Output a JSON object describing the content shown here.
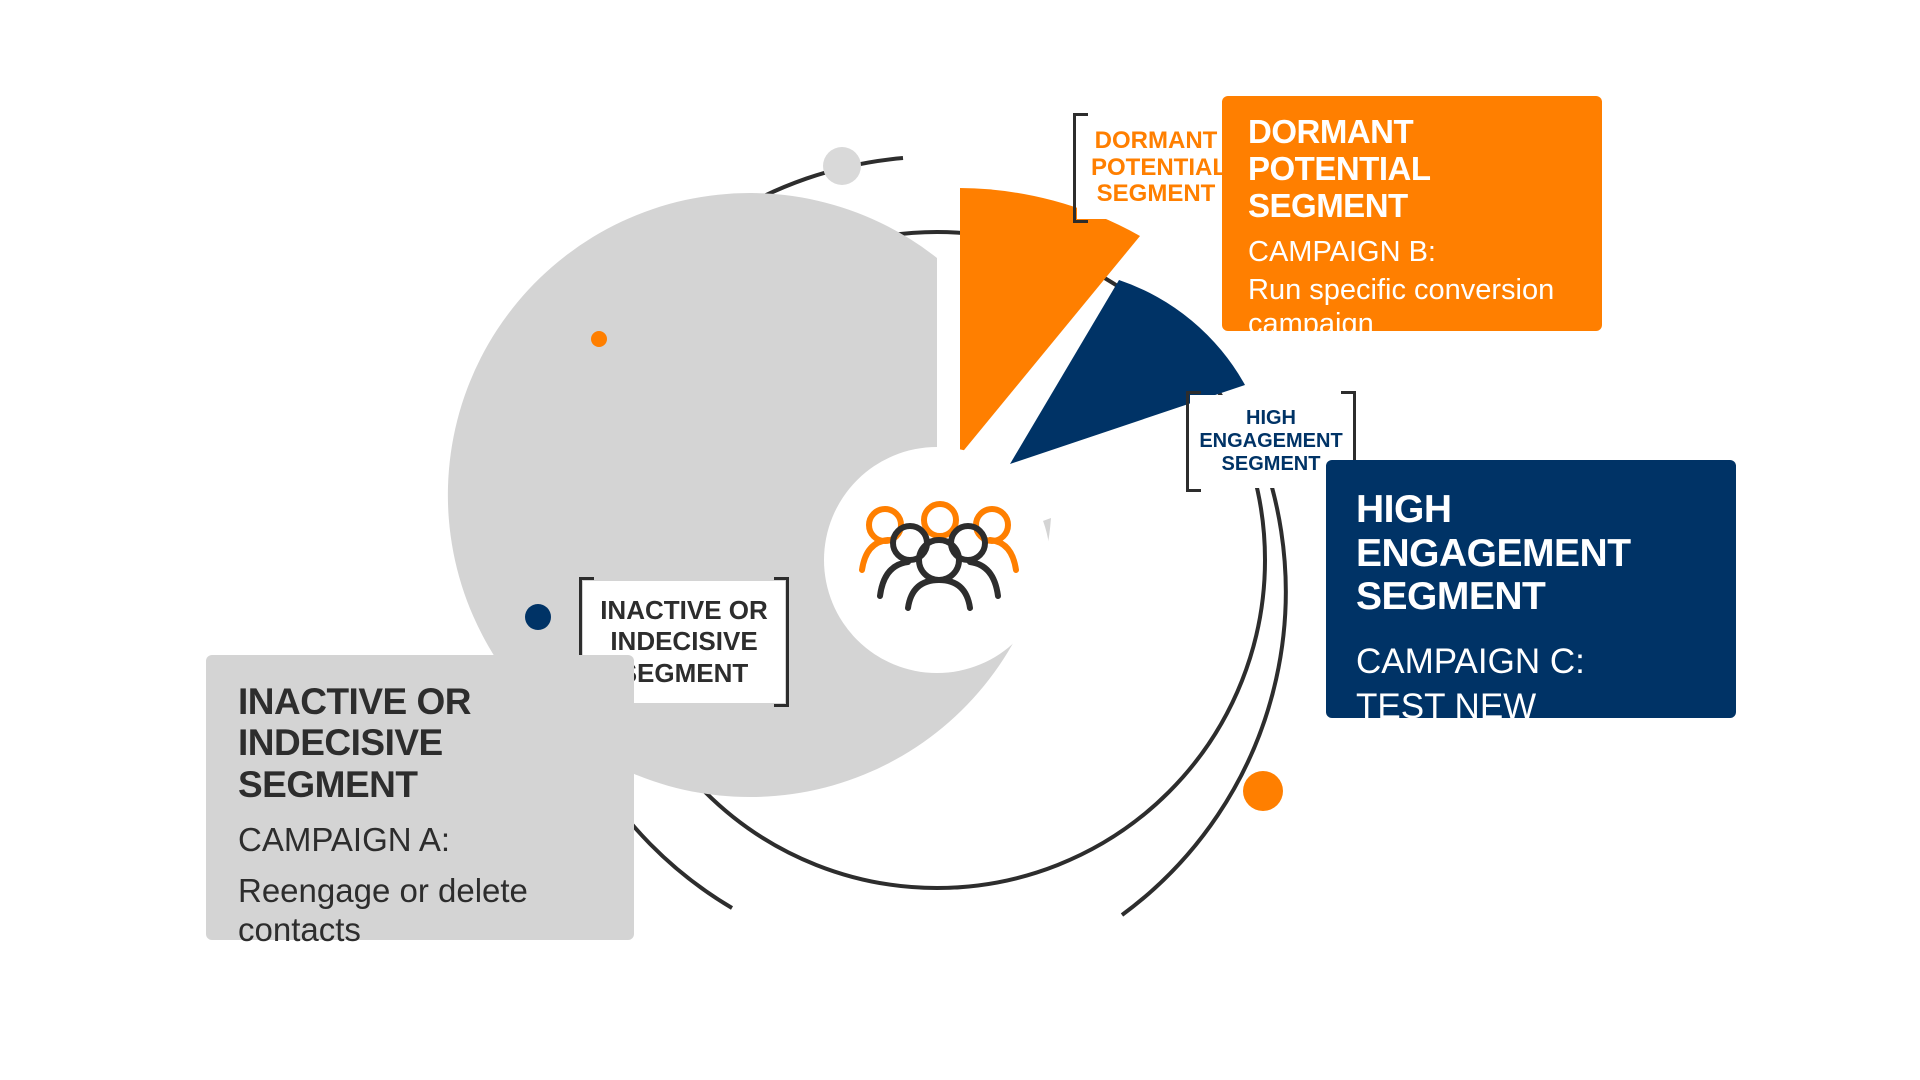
{
  "colors": {
    "orange": "#ff7f00",
    "navy": "#003366",
    "gray": "#d4d4d4",
    "dark": "#2d2d2d",
    "light_dot": "#d9d9d9"
  },
  "center_icon": "people-group-icon",
  "segments": {
    "dormant": {
      "tag": "DORMANT POTENTIAL SEGMENT",
      "title": "DORMANT POTENTIAL SEGMENT",
      "campaign": "CAMPAIGN B:",
      "description": "Run specific conversion campaign"
    },
    "high": {
      "tag": "HIGH ENGAGEMENT SEGMENT",
      "title": "HIGH ENGAGEMENT SEGMENT",
      "campaign": "CAMPAIGN C:",
      "description": "TEST NEW MESSAGING"
    },
    "inactive": {
      "tag": "INACTIVE OR INDECISIVE SEGMENT",
      "title": "INACTIVE OR INDECISIVE SEGMENT",
      "campaign": "CAMPAIGN A:",
      "description": "Reengage or delete contacts"
    }
  }
}
